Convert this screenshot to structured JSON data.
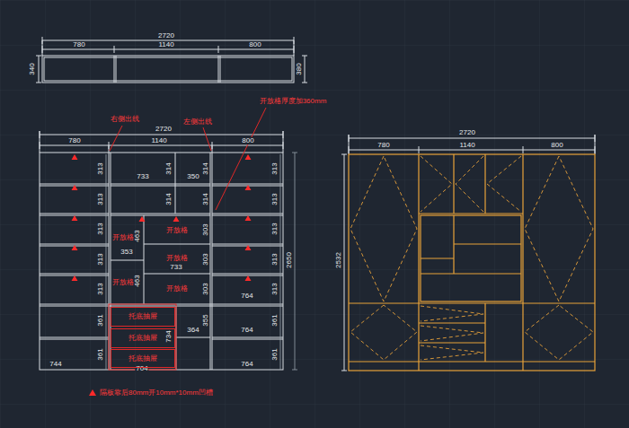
{
  "diagram": {
    "nodes": [
      {
        "text": [
          "托底抽屉"
        ]
      },
      {
        "text": [
          "托底抽屉"
        ]
      },
      {
        "text": [
          "托底抽屉"
        ]
      }
    ],
    "labels": [
      "2720",
      "780",
      "1140",
      "800",
      "340",
      "380",
      "右侧出线",
      "左侧出线",
      "开放格厚度加360mm",
      "2720",
      "780",
      "1140",
      "800",
      "313",
      "313",
      "313",
      "313",
      "313",
      "361",
      "361",
      "744",
      "733",
      "314",
      "314",
      "350",
      "314",
      "314",
      "开放格",
      "463",
      "353",
      "开放格",
      "463",
      "开放格",
      "303",
      "开放格",
      "733",
      "303",
      "开放格",
      "303",
      "734",
      "704",
      "355",
      "364",
      "313",
      "313",
      "313",
      "313",
      "313",
      "764",
      "361",
      "764",
      "361",
      "764",
      "2650",
      "2720",
      "780",
      "1140",
      "800",
      "2532"
    ],
    "legend": [
      {
        "text": "隔板靠后80mm开10mm*10mm凹槽"
      }
    ]
  }
}
